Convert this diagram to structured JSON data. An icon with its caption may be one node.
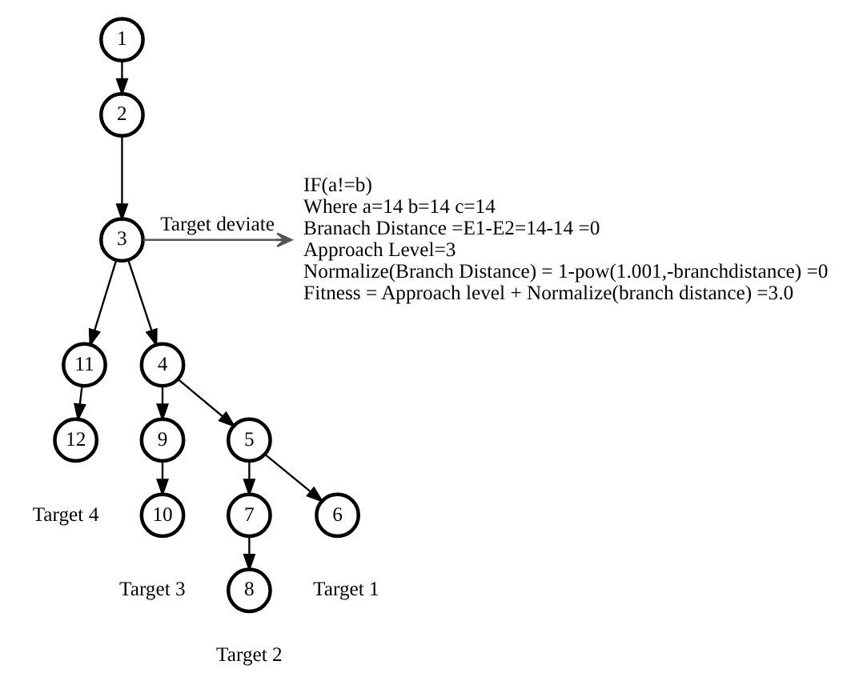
{
  "diagram": {
    "nodes": [
      {
        "text": [
          "1"
        ]
      },
      {
        "text": [
          "2"
        ]
      },
      {
        "text": [
          "3"
        ]
      },
      {
        "text": [
          "11"
        ]
      },
      {
        "text": [
          "4"
        ]
      },
      {
        "text": [
          "12"
        ],
        "beside": [
          "Target 4"
        ]
      },
      {
        "text": [
          "9"
        ]
      },
      {
        "text": [
          "5"
        ]
      },
      {
        "text": [
          "10"
        ],
        "beside": [
          "Target 3"
        ]
      },
      {
        "text": [
          "7"
        ]
      },
      {
        "text": [
          "6"
        ],
        "beside": [
          "Target 1"
        ]
      },
      {
        "text": [
          "8"
        ],
        "beside": [
          "Target 2"
        ]
      },
      {
        "text": [
          "IF(a!=b)",
          "Where a=14 b=14 c=14",
          "Branach Distance =E1-E2=14-14 =0",
          "Approach Level=3",
          "Normalize(Branch Distance) = 1-pow(1.001,-branchdistance) =0",
          "Fitness = Approach level + Normalize(branch distance) =3.0"
        ]
      }
    ],
    "edges": [
      {
        "from": 0,
        "to": 1,
        "arrow": "to"
      },
      {
        "from": 1,
        "to": 2,
        "arrow": "to"
      },
      {
        "from": 2,
        "to": 3,
        "arrow": "to"
      },
      {
        "from": 2,
        "to": 4,
        "arrow": "to"
      },
      {
        "from": 3,
        "to": 5,
        "arrow": "to"
      },
      {
        "from": 4,
        "to": 6,
        "arrow": "to"
      },
      {
        "from": 4,
        "to": 7,
        "arrow": "to"
      },
      {
        "from": 6,
        "to": 8,
        "arrow": "to"
      },
      {
        "from": 7,
        "to": 9,
        "arrow": "to"
      },
      {
        "from": 7,
        "to": 10,
        "arrow": "to"
      },
      {
        "from": 9,
        "to": 11,
        "arrow": "to"
      },
      {
        "from": 2,
        "to": 12,
        "arrow": "to",
        "label": "Target deviate",
        "color": "#555555"
      }
    ]
  }
}
